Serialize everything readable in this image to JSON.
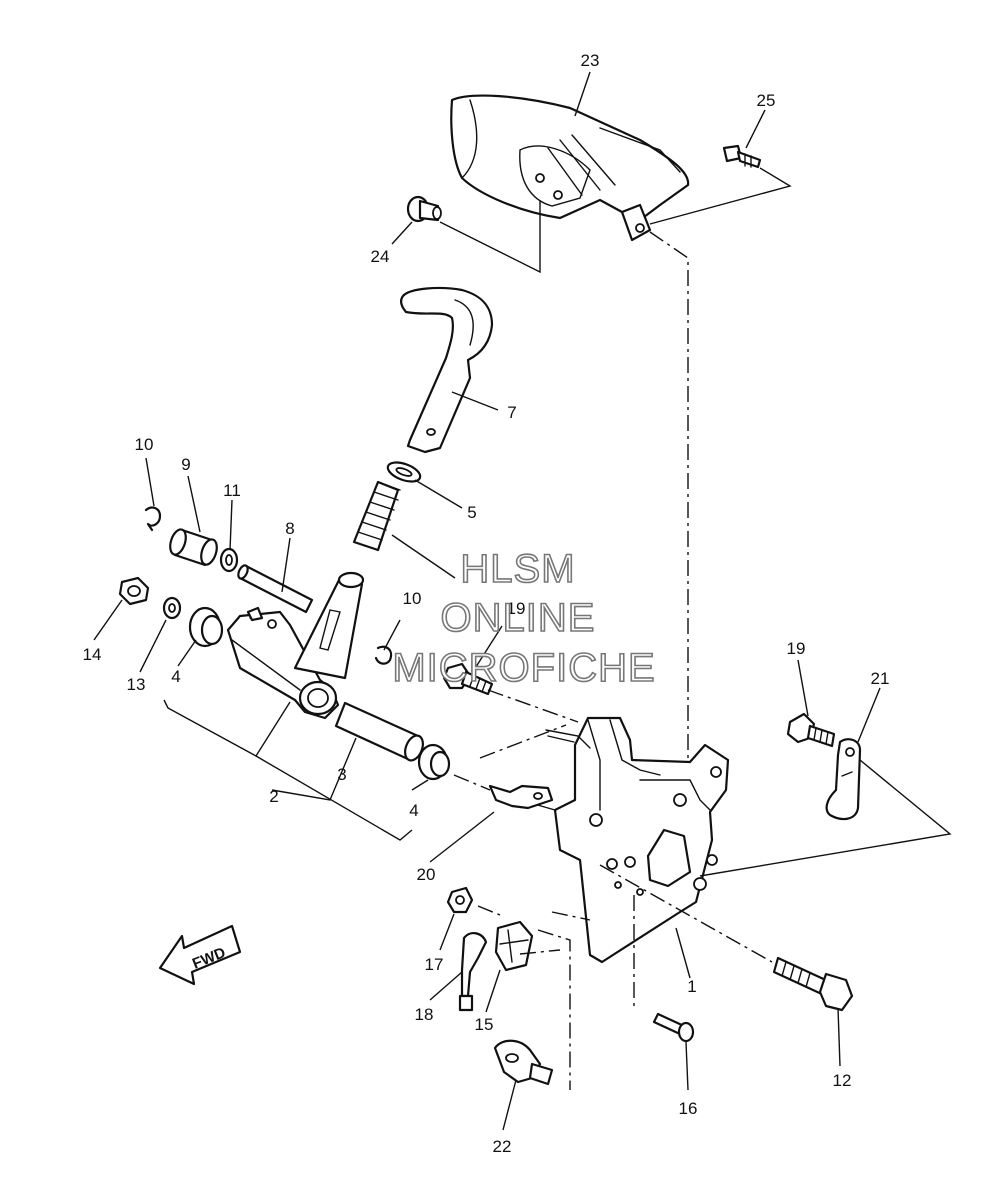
{
  "callouts": {
    "p1": "1",
    "p2": "2",
    "p3": "3",
    "p4a": "4",
    "p4b": "4",
    "p5": "5",
    "p7": "7",
    "p8": "8",
    "p9": "9",
    "p10a": "10",
    "p10b": "10",
    "p11": "11",
    "p12": "12",
    "p13": "13",
    "p14": "14",
    "p15": "15",
    "p16": "16",
    "p17": "17",
    "p18": "18",
    "p19a": "19",
    "p19b": "19",
    "p20": "20",
    "p21": "21",
    "p22": "22",
    "p23": "23",
    "p24": "24",
    "p25": "25"
  },
  "watermark": {
    "line1": "HLSM",
    "line2": "ONLINE",
    "line3": "MICROFICHE"
  },
  "fwd_label": "FWD"
}
